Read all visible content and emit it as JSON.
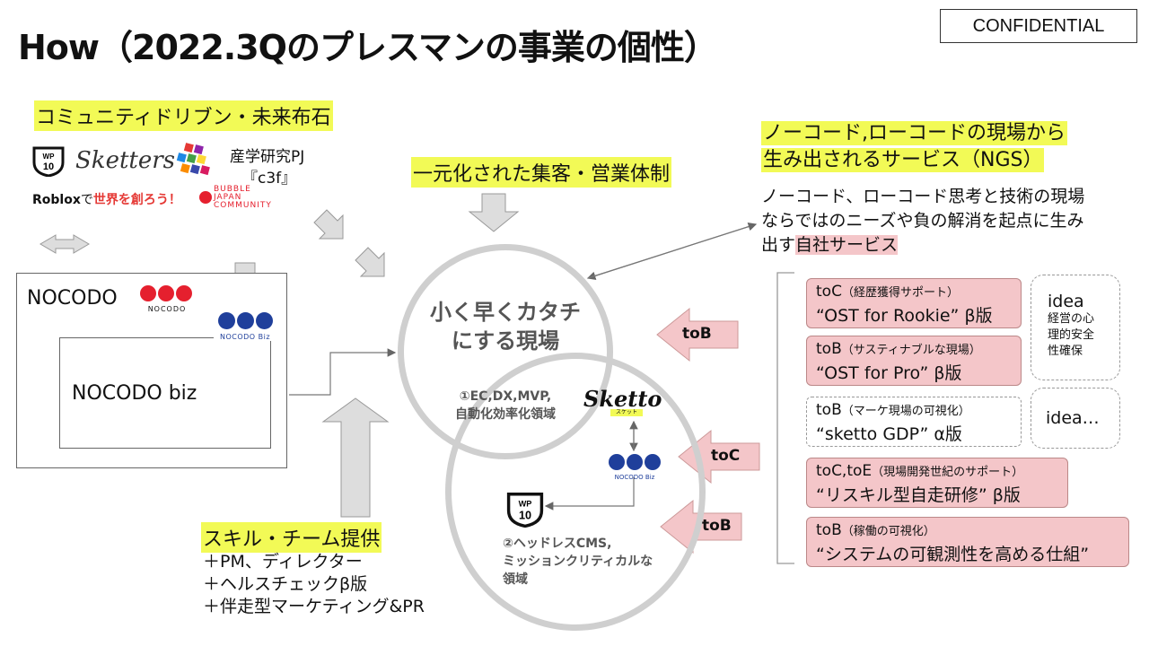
{
  "title": "How（2022.3Qのプレスマンの事業の個性）",
  "confidential": "CONFIDENTIAL",
  "community": {
    "heading": "コミュニティドリブン・未来布石",
    "wp10": "WP 10",
    "sketters": "Sketters",
    "research_line1": "産学研究PJ",
    "research_line2": "『c3f』",
    "roblox_a": "Roblox",
    "roblox_b": "で",
    "roblox_c": "世界を創ろう！",
    "bubble1": "BUBBLE",
    "bubble2": "JAPAN",
    "bubble3": "COMMUNITY"
  },
  "nocodo": {
    "label": "NOCODO",
    "logo_text": "NOCODO",
    "biz_logo_text": "NOCODO Biz",
    "biz_label": "NOCODO biz"
  },
  "sales": {
    "heading": "一元化された集客・営業体制"
  },
  "skills": {
    "heading": "スキル・チーム提供",
    "items": [
      "＋PM、ディレクター",
      "＋ヘルスチェックβ版",
      "＋伴走型マーケティング&PR"
    ]
  },
  "center": {
    "title_line1": "小く早くカタチ",
    "title_line2": "にする現場",
    "sub_line1": "①EC,DX,MVP,",
    "sub_line2": "自動化効率化領域",
    "sketto": "Sketto",
    "sketto_sub": "スケット",
    "biz_logo_text": "NOCODO Biz",
    "wp10": "WP 10",
    "cms_line1": "②ヘッドレスCMS,",
    "cms_line2": "ミッションクリティカルな",
    "cms_line3": "領域"
  },
  "ngs": {
    "heading_line1": "ノーコード,ローコードの現場から",
    "heading_line2": "生み出されるサービス（NGS）",
    "desc_line1": "ノーコード、ローコード思考と技術の現場",
    "desc_line2": "ならではのニーズや負の解消を起点に生み",
    "desc_line3a": "出す",
    "desc_line3b": "自社サービス"
  },
  "arrows": {
    "tob1": "toB",
    "toc": "toC",
    "tob2": "toB"
  },
  "services": [
    {
      "type": "toC",
      "note": "（経歴獲得サポート）",
      "name": "“OST for Rookie” β版"
    },
    {
      "type": "toB",
      "note": "（サスティナブルな現場）",
      "name": "“OST for Pro” β版"
    },
    {
      "type": "toB",
      "note": "（マーケ現場の可視化）",
      "name": "“sketto GDP” α版"
    },
    {
      "type": "toC,toE",
      "note": "（現場開発世紀のサポート）",
      "name": "“リスキル型自走研修” β版"
    },
    {
      "type": "toB",
      "note": "（稼働の可視化）",
      "name": "“システムの可観測性を高める仕組”"
    }
  ],
  "ideas": {
    "idea1_title": "idea",
    "idea1_l1": "経営の心",
    "idea1_l2": "理的安全",
    "idea1_l3": "性確保",
    "idea2": "idea…"
  },
  "colors": {
    "highlight_yellow": "#f2fa56",
    "highlight_pink": "#f4c6c9",
    "nocodo_red": "#e5202e",
    "nocodo_blue": "#1f3f9b",
    "circle_grey": "#cfcfcf"
  }
}
